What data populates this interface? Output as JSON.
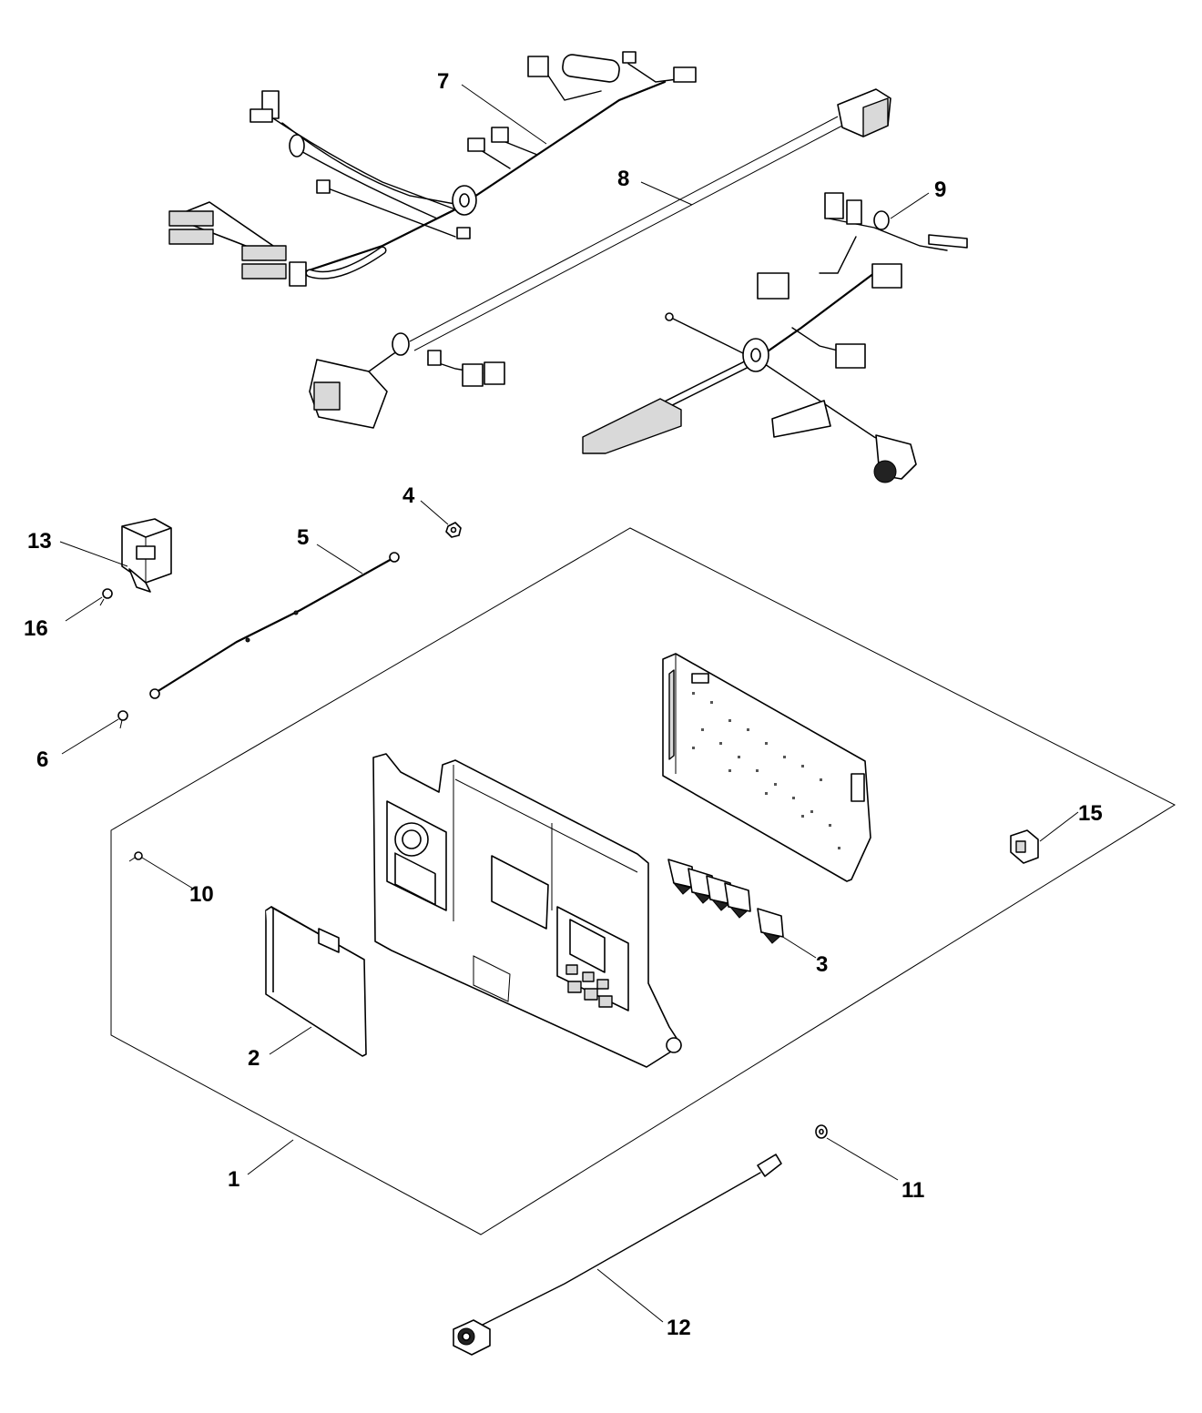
{
  "callouts": [
    {
      "id": "c1",
      "label": "1"
    },
    {
      "id": "c2",
      "label": "2"
    },
    {
      "id": "c3",
      "label": "3"
    },
    {
      "id": "c4",
      "label": "4"
    },
    {
      "id": "c5",
      "label": "5"
    },
    {
      "id": "c6",
      "label": "6"
    },
    {
      "id": "c7",
      "label": "7"
    },
    {
      "id": "c8",
      "label": "8"
    },
    {
      "id": "c9",
      "label": "9"
    },
    {
      "id": "c10",
      "label": "10"
    },
    {
      "id": "c11",
      "label": "11"
    },
    {
      "id": "c12",
      "label": "12"
    },
    {
      "id": "c13",
      "label": "13"
    },
    {
      "id": "c15",
      "label": "15"
    },
    {
      "id": "c16",
      "label": "16"
    }
  ]
}
